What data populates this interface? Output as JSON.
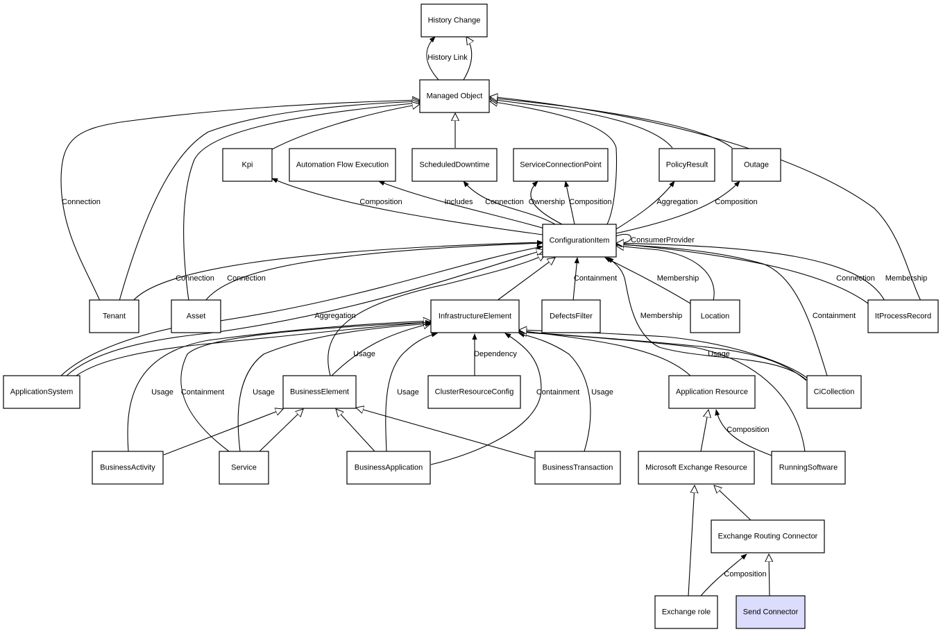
{
  "diagram": {
    "nodes": {
      "history_change": "History Change",
      "managed_object": "Managed Object",
      "kpi": "Kpi",
      "automation_flow_execution": "Automation Flow Execution",
      "scheduled_downtime": "ScheduledDowntime",
      "service_connection_point": "ServiceConnectionPoint",
      "policy_result": "PolicyResult",
      "outage": "Outage",
      "configuration_item": "ConfigurationItem",
      "tenant": "Tenant",
      "asset": "Asset",
      "infrastructure_element": "InfrastructureElement",
      "defects_filter": "DefectsFilter",
      "location": "Location",
      "it_process_record": "ItProcessRecord",
      "application_system": "ApplicationSystem",
      "business_element": "BusinessElement",
      "cluster_resource_config": "ClusterResourceConfig",
      "application_resource": "Application Resource",
      "ci_collection": "CiCollection",
      "business_activity": "BusinessActivity",
      "service": "Service",
      "business_application": "BusinessApplication",
      "business_transaction": "BusinessTransaction",
      "microsoft_exchange_resource": "Microsoft Exchange Resource",
      "running_software": "RunningSoftware",
      "exchange_routing_connector": "Exchange Routing Connector",
      "exchange_role": "Exchange role",
      "send_connector": "Send Connector"
    },
    "edge_labels": {
      "history_link": "History Link",
      "connection_tenant_mo": "Connection",
      "composition_kpi": "Composition",
      "includes": "Includes",
      "connection_scheduled": "Connection",
      "ownership": "Ownership",
      "composition_scp": "Composition",
      "aggregation_policy": "Aggregation",
      "composition_outage": "Composition",
      "consumer_provider": "ConsumerProvider",
      "connection_tenant_ci": "Connection",
      "connection_asset_ci": "Connection",
      "containment_defects": "Containment",
      "membership_location": "Membership",
      "connection_itpr": "Connection",
      "membership_itpr": "Membership",
      "aggregation_appsys": "Aggregation",
      "membership_cicoll": "Membership",
      "containment_cicoll": "Containment",
      "usage_be": "Usage",
      "dependency": "Dependency",
      "usage_cicoll": "Usage",
      "usage_ba": "Usage",
      "containment_service": "Containment",
      "usage_service": "Usage",
      "usage_bapp": "Usage",
      "containment_bapp": "Containment",
      "usage_bt": "Usage",
      "composition_rs": "Composition",
      "composition_role": "Composition"
    },
    "colors": {
      "node_fill": "#ffffff",
      "highlight_fill": "#dcdcfc",
      "stroke": "#000000"
    }
  }
}
